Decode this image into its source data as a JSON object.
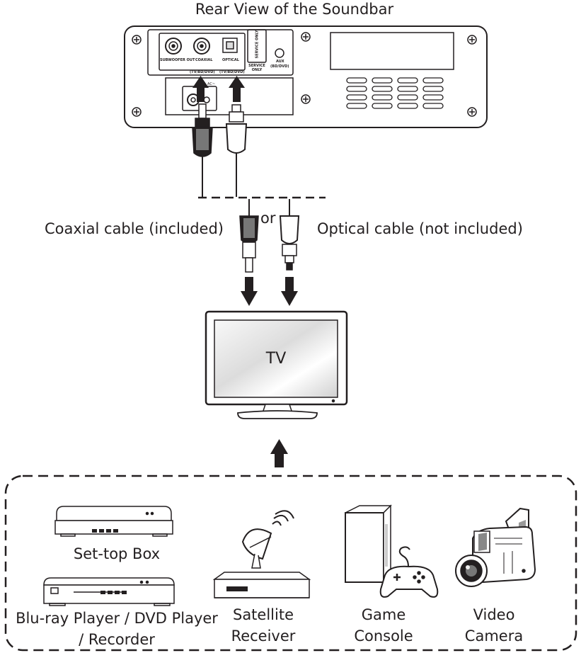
{
  "title": "Rear View of the Soundbar",
  "ports": {
    "subwoofer_out": "SUBWOOFER OUT",
    "coaxial": "COAXIAL",
    "optical": "OPTICAL",
    "service_only_vertical": "SERVICE ONLY",
    "service_only": "SERVICE ONLY",
    "aux": "AUX",
    "aux_sub": "(BD/DVD)",
    "coaxial_sub": "(TV/BD/DVD)",
    "optical_sub": "(TV/BD/DVD)",
    "ac": "AC~"
  },
  "cables": {
    "coaxial": "Coaxial cable (included)",
    "or": "or",
    "optical": "Optical cable (not included)"
  },
  "tv": {
    "label": "TV"
  },
  "sources": {
    "set_top_box": "Set-top Box",
    "bluray_line1": "Blu-ray Player / DVD Player",
    "bluray_line2": "/ Recorder",
    "satellite_line1": "Satellite",
    "satellite_line2": "Receiver",
    "game_line1": "Game",
    "game_line2": "Console",
    "camera_line1": "Video",
    "camera_line2": "Camera"
  }
}
